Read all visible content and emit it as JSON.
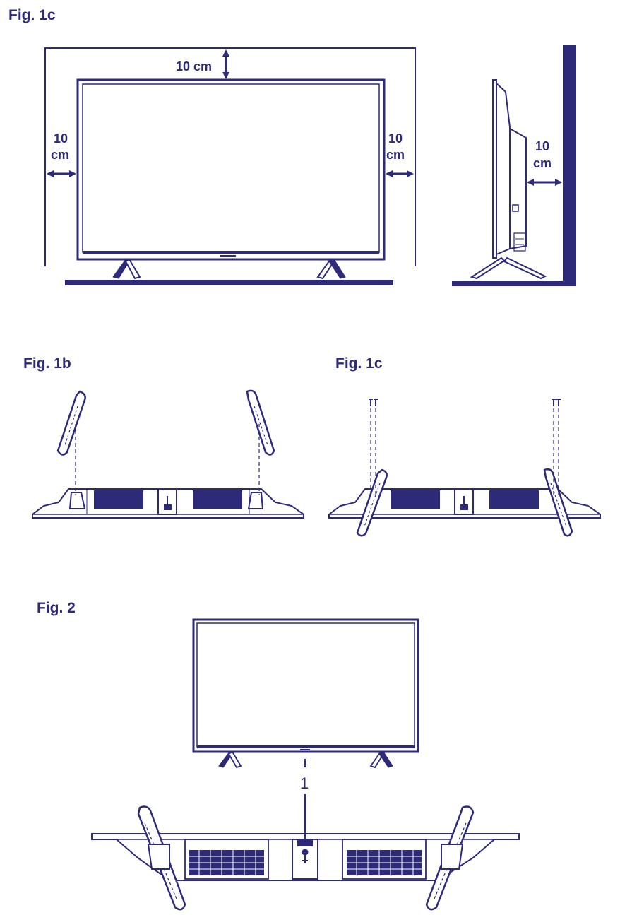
{
  "fig_top": {
    "title": "Fig. 1c",
    "top_clearance": "10 cm",
    "left_clearance_value": "10",
    "left_clearance_unit": "cm",
    "right_clearance_value": "10",
    "right_clearance_unit": "cm",
    "side_clearance_value": "10",
    "side_clearance_unit": "cm"
  },
  "fig_1b": {
    "title": "Fig. 1b"
  },
  "fig_1c_b": {
    "title": "Fig. 1c"
  },
  "fig_2": {
    "title": "Fig. 2",
    "callout": "1"
  },
  "colors": {
    "ink": "#2d2a7a",
    "paper": "#ffffff"
  }
}
